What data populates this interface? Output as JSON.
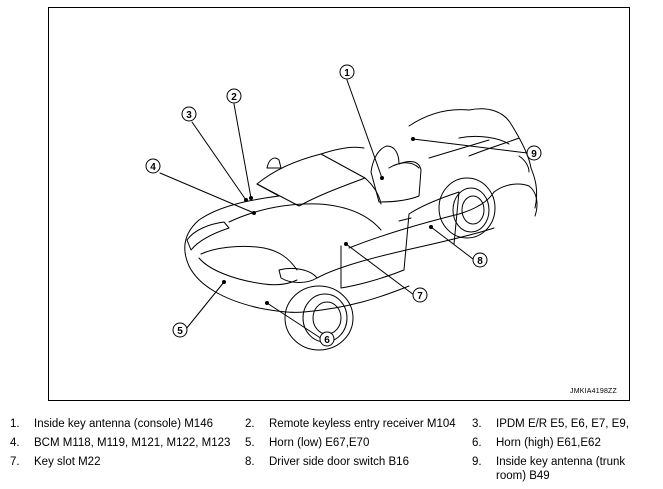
{
  "diagram": {
    "code": "JMKIA4198ZZ",
    "callouts": [
      "1",
      "2",
      "3",
      "4",
      "5",
      "6",
      "7",
      "8",
      "9"
    ]
  },
  "legend": [
    {
      "num": "1.",
      "text": "Inside key antenna (console) M146"
    },
    {
      "num": "2.",
      "text": "Remote keyless entry receiver M104"
    },
    {
      "num": "3.",
      "text": "IPDM E/R E5, E6, E7, E9,"
    },
    {
      "num": "4.",
      "text": "BCM M118, M119, M121, M122, M123"
    },
    {
      "num": "5.",
      "text": "Horn (low) E67,E70"
    },
    {
      "num": "6.",
      "text": "Horn (high) E61,E62"
    },
    {
      "num": "7.",
      "text": " Key slot M22"
    },
    {
      "num": "8.",
      "text": "Driver side door switch B16"
    },
    {
      "num": "9.",
      "text": "Inside key antenna (trunk room) B49"
    }
  ]
}
